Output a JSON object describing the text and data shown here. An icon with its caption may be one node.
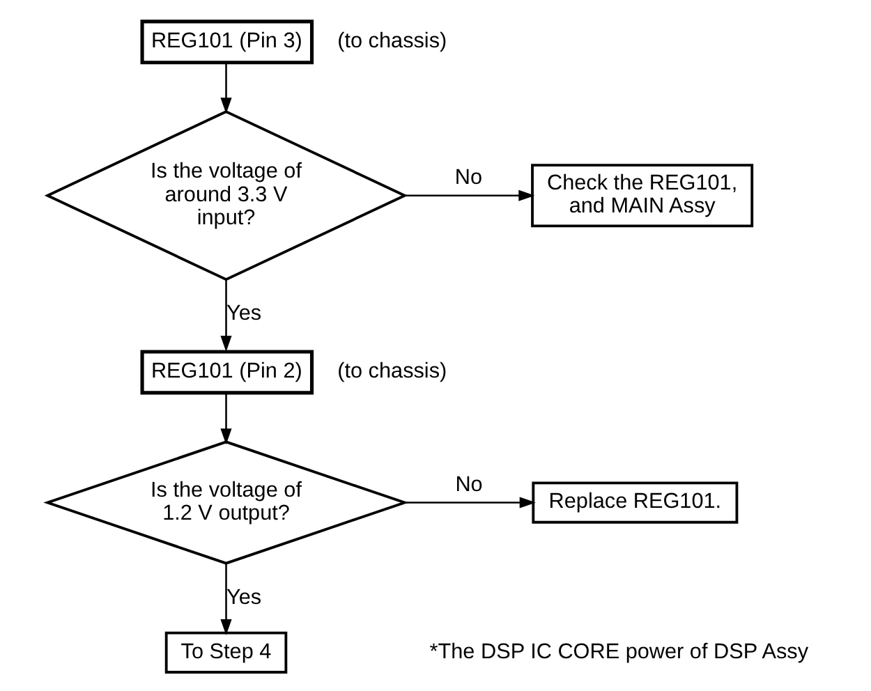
{
  "diagram": {
    "nodes": [
      {
        "text": [
          "REG101 (Pin 3)"
        ],
        "beside": [
          "(to chassis)"
        ]
      },
      {
        "text": [
          "Is the voltage of around 3.3 V input?"
        ]
      },
      {
        "text": [
          "Check the REG101, and MAIN Assy"
        ]
      },
      {
        "text": [
          "REG101 (Pin 2)"
        ],
        "beside": [
          "(to chassis)"
        ]
      },
      {
        "text": [
          "Is the voltage of 1.2 V output?"
        ]
      },
      {
        "text": [
          "Replace REG101."
        ]
      },
      {
        "text": [
          "To Step 4"
        ]
      }
    ],
    "edges": [
      {
        "from": 0,
        "to": 1,
        "arrow": "to"
      },
      {
        "from": 1,
        "to": 2,
        "arrow": "to",
        "label": "No"
      },
      {
        "from": 1,
        "to": 3,
        "arrow": "to",
        "label": "Yes"
      },
      {
        "from": 3,
        "to": 4,
        "arrow": "to"
      },
      {
        "from": 4,
        "to": 5,
        "arrow": "to",
        "label": "No"
      },
      {
        "from": 4,
        "to": 6,
        "arrow": "to",
        "label": "Yes"
      }
    ],
    "labels": [
      "*The DSP IC CORE power of DSP Assy"
    ]
  }
}
